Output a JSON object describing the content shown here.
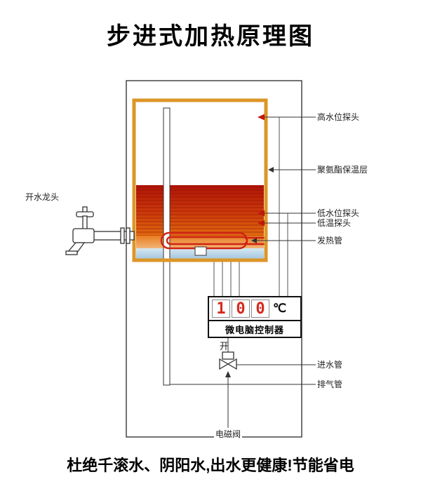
{
  "title": "步进式加热原理图",
  "caption": "杜绝千滚水、阴阳水,出水更健康!节能省电",
  "diagram": {
    "faucet_label": "开水龙头",
    "right_labels": {
      "high_water_probe": "高水位探头",
      "insulation": "聚氨酯保温层",
      "low_water_probe": "低水位探头",
      "low_temp_probe": "低温探头",
      "heating_tube": "发热管",
      "inlet_pipe": "进水管",
      "exhaust_pipe": "排气管"
    },
    "valve_state_label": "开",
    "solenoid_valve_label": "电磁阀",
    "controller": {
      "display_digits": [
        "1",
        "0",
        "0"
      ],
      "display_unit": "℃",
      "name_label": "微电脑控制器"
    }
  },
  "colors": {
    "tank_border": "#dc9628",
    "hot_water_top": "#b01205",
    "hot_water_bottom": "#e2690f",
    "warm_water": "#e87c20",
    "cool_water": "#a4c6dd",
    "heater_coil": "#cf2413",
    "probe_marker": "#c4170c",
    "digit_red": "#d42a1d"
  }
}
